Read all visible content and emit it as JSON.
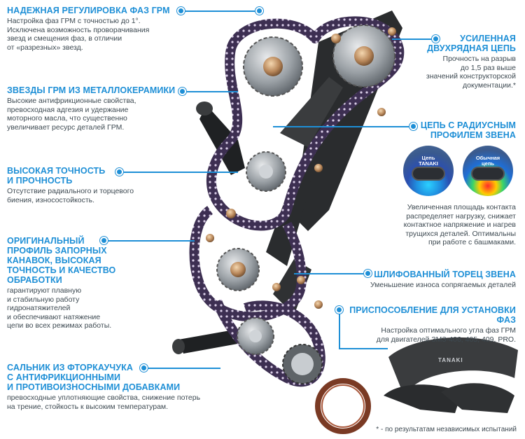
{
  "features": [
    {
      "id": "timing",
      "title": "НАДЕЖНАЯ РЕГУЛИРОВКА ФАЗ ГРМ",
      "desc": [
        "Настройка фаз ГРМ с точностью до 1°.",
        "Исключена возможность проворачивания",
        "звезд и смещения фаз, в отличии",
        "от «разрезных» звезд."
      ]
    },
    {
      "id": "sprockets",
      "title": "ЗВЕЗДЫ ГРМ ИЗ МЕТАЛЛОКЕРАМИКИ",
      "desc": [
        "Высокие антифрикционные свойства,",
        "превосходная адгезия и удержание",
        "моторного масла, что существенно",
        "увеличивает ресурс деталей ГРМ."
      ]
    },
    {
      "id": "accuracy",
      "title": [
        "ВЫСОКАЯ ТОЧНОСТЬ",
        "И ПРОЧНОСТЬ"
      ],
      "desc": [
        "Отсутствие радиального и торцевого",
        "биения, износостойкость."
      ]
    },
    {
      "id": "profile",
      "title": [
        "ОРИГИНАЛЬНЫЙ",
        "ПРОФИЛЬ ЗАПОРНЫХ",
        "КАНАВОК, ВЫСОКАЯ",
        "ТОЧНОСТЬ И КАЧЕСТВО",
        "ОБРАБОТКИ"
      ],
      "desc": [
        "гарантируют плавную",
        "и стабильную работу",
        "гидронатяжителей",
        "и обеспечивают натяжение",
        "цепи во всех режимах работы."
      ]
    },
    {
      "id": "seal",
      "title": [
        "САЛЬНИК ИЗ ФТОРКАУЧУКА",
        "С АНТИФРИКЦИОННЫМИ",
        "И ПРОТИВОИЗНОСНЫМИ ДОБАВКАМИ"
      ],
      "desc": [
        "превосходные уплотняющие свойства, снижение потерь",
        "на трение, стойкость к высоким температурам."
      ]
    },
    {
      "id": "chain",
      "title": [
        "УСИЛЕННАЯ",
        "ДВУХРЯДНАЯ ЦЕПЬ"
      ],
      "desc": [
        "Прочность на разрыв",
        "до 1,5 раз выше",
        "значений конструкторской",
        "документации.*"
      ]
    },
    {
      "id": "radius",
      "title": [
        "ЦЕПЬ С РАДИУСНЫМ",
        "ПРОФИЛЕМ ЗВЕНА"
      ],
      "desc": [
        "Увеличенная площадь контакта",
        "распределяет нагрузку, снижает",
        "контактное напряжение и нагрев",
        "трущихся деталей. Оптимальны",
        "при работе с башмаками."
      ]
    },
    {
      "id": "ground",
      "title": "ШЛИФОВАННЫЙ ТОРЕЦ ЗВЕНА",
      "desc": [
        "Уменьшение износа сопрягаемых деталей"
      ]
    },
    {
      "id": "tool",
      "title": "ПРИСПОСОБЛЕНИЕ ДЛЯ УСТАНОВКИ ФАЗ",
      "desc": [
        "Настройка оптимального угла фаз ГРМ",
        "для двигателей ЗМЗ-406, 405, 409, PRO."
      ]
    }
  ],
  "bubbles": {
    "tanaki_label": [
      "Цепь",
      "TANAKI"
    ],
    "ordinary_label": [
      "Обычная",
      "цепь"
    ]
  },
  "tool_brand": "TANAKI",
  "footnote": "* - по результатам независимых испытаний",
  "colors": {
    "accent": "#1e8fd6",
    "text": "#3e4a52",
    "chain": "#4a3a5c",
    "metal": "#9aa0a5",
    "guide": "#2a2c2e"
  }
}
